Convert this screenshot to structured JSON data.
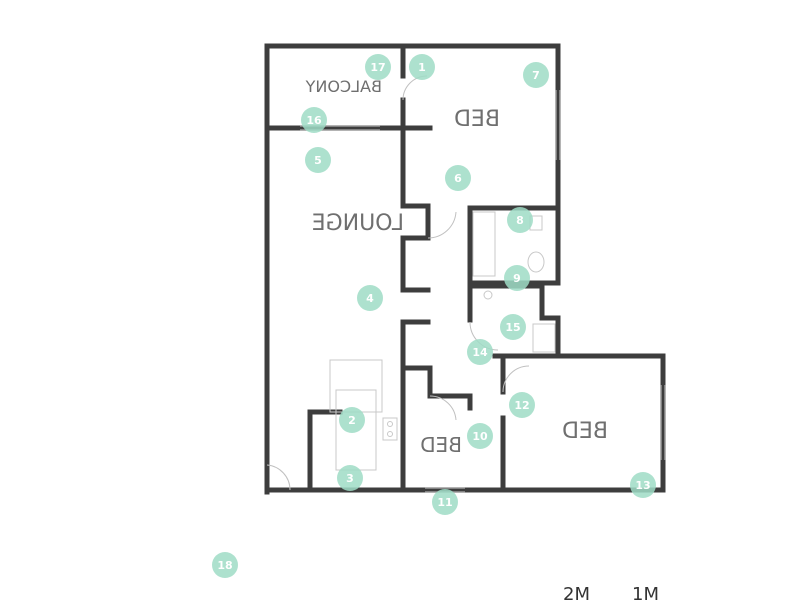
{
  "rooms": {
    "balcony": "BALCONY",
    "bed_top": "BED",
    "lounge": "LOUNGE",
    "bed_small": "BED",
    "bed_right": "BED"
  },
  "markers": [
    "1",
    "2",
    "3",
    "4",
    "5",
    "6",
    "7",
    "8",
    "9",
    "10",
    "11",
    "12",
    "13",
    "14",
    "15",
    "16",
    "17",
    "18"
  ],
  "scale": {
    "label_1m": "1M",
    "label_2m": "2M"
  },
  "colors": {
    "wall": "#3d3d3d",
    "marker": "#9fdcc6",
    "fixture": "#c8c8c8"
  }
}
